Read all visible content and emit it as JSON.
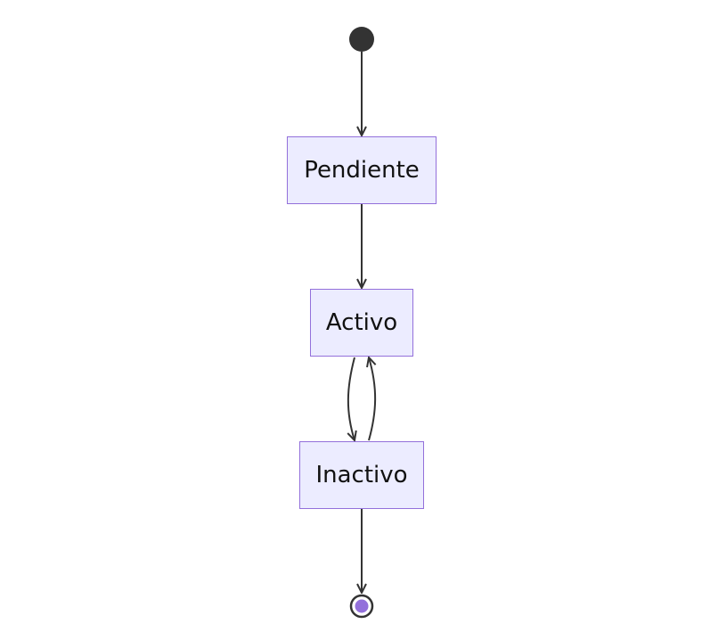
{
  "diagram": {
    "type": "state-diagram",
    "colors": {
      "state_fill": "#ececff",
      "state_border": "#9370db",
      "edge": "#333333",
      "start_node": "#333333",
      "end_node_fill": "#9370db",
      "end_node_ring": "#333333"
    },
    "states": [
      {
        "id": "pendiente",
        "label": "Pendiente"
      },
      {
        "id": "activo",
        "label": "Activo"
      },
      {
        "id": "inactivo",
        "label": "Inactivo"
      }
    ],
    "transitions": [
      {
        "from": "start",
        "to": "pendiente"
      },
      {
        "from": "pendiente",
        "to": "activo"
      },
      {
        "from": "activo",
        "to": "inactivo"
      },
      {
        "from": "inactivo",
        "to": "activo"
      },
      {
        "from": "inactivo",
        "to": "end"
      }
    ]
  }
}
